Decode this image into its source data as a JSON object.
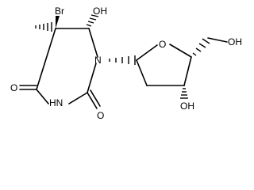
{
  "structure": {
    "atom_labels": {
      "br": "Br",
      "oh_top": "OH",
      "o_left": "O",
      "hn": "HN",
      "n": "N",
      "o_bottom": "O",
      "o_ring": "O",
      "oh_right": "OH",
      "oh_bottom": "OH"
    }
  }
}
